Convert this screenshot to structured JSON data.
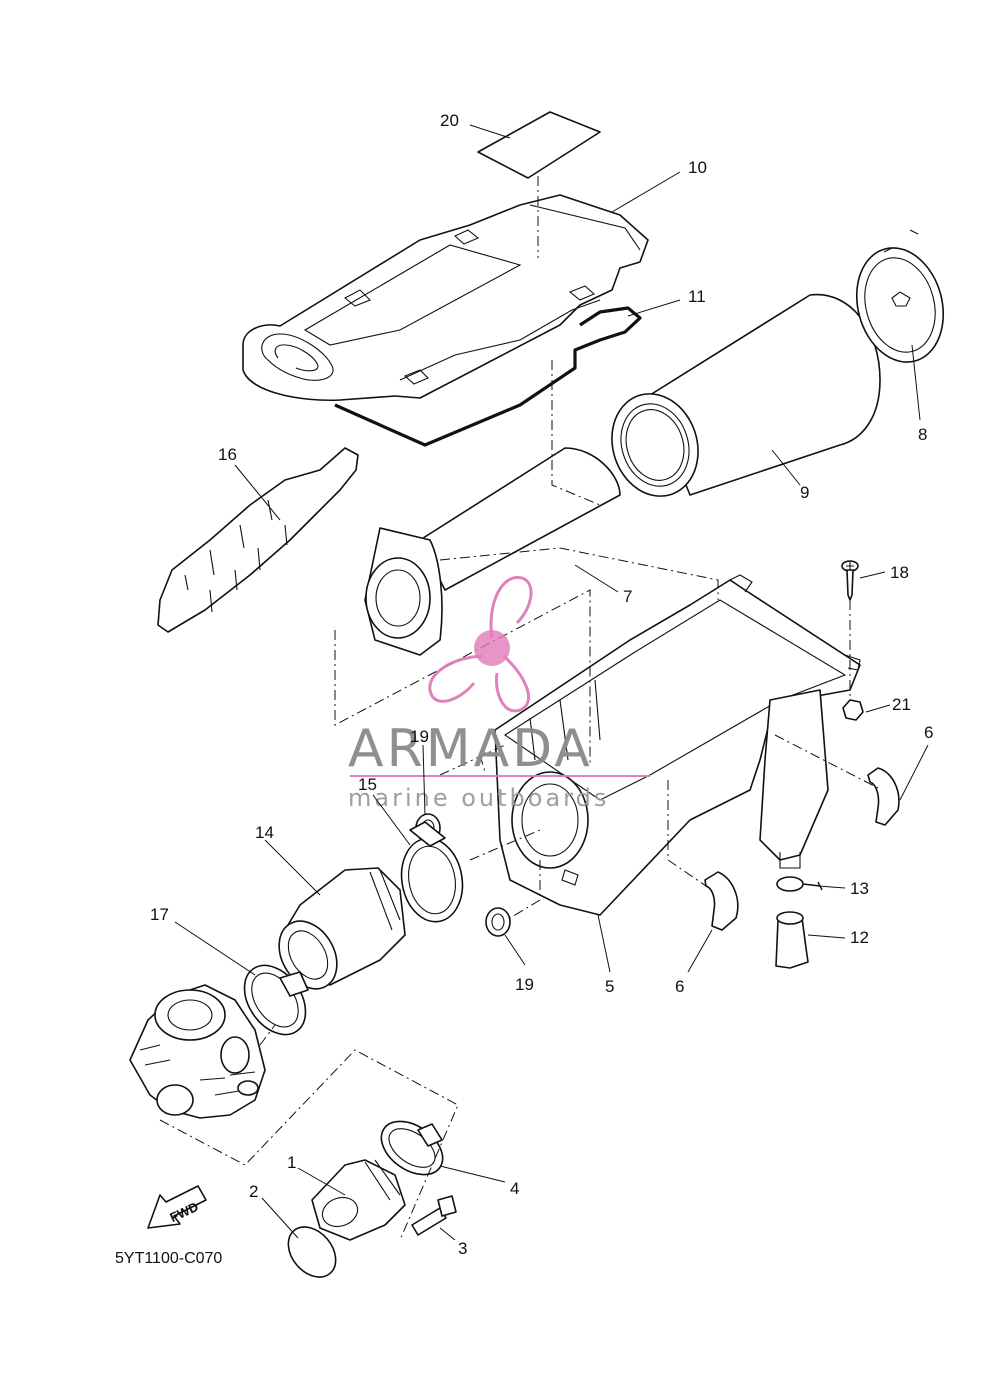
{
  "diagram_code": "5YT1100-C070",
  "fwd_label": "FWD",
  "watermark": {
    "brand": "ARMADA",
    "tagline": "marine outboards",
    "accent_color": "#e07ab8"
  },
  "callouts": {
    "c1": "1",
    "c2": "2",
    "c3": "3",
    "c4": "4",
    "c5": "5",
    "c6a": "6",
    "c6b": "6",
    "c7": "7",
    "c8": "8",
    "c9": "9",
    "c10": "10",
    "c11": "11",
    "c12": "12",
    "c13": "13",
    "c14": "14",
    "c15": "15",
    "c16": "16",
    "c17": "17",
    "c18": "18",
    "c19a": "19",
    "c19b": "19",
    "c20": "20",
    "c21": "21"
  }
}
